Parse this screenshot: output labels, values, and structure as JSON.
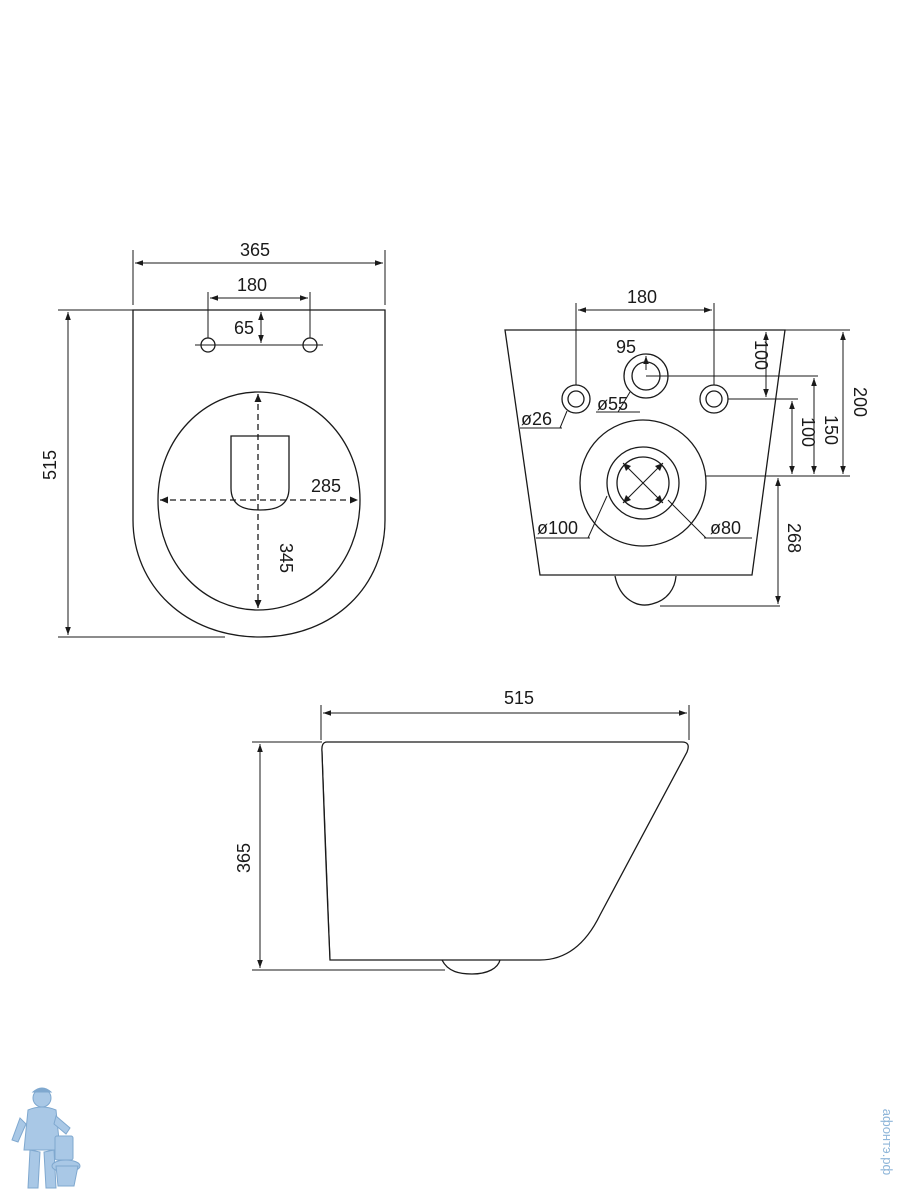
{
  "views": {
    "top": {
      "overall_width": "365",
      "mounting_holes_spacing": "180",
      "hole_offset": "65",
      "overall_length": "515",
      "bowl_width": "285",
      "bowl_length": "345"
    },
    "back": {
      "mounting_holes_spacing": "180",
      "inlet_offset": "95",
      "inlet_diameter": "ø55",
      "mount_hole_diameter": "ø26",
      "dim_100_top": "100",
      "dim_100_right": "100",
      "dim_150": "150",
      "dim_200": "200",
      "outlet_height": "268",
      "outlet_outer_diameter": "ø100",
      "outlet_inner_diameter": "ø80"
    },
    "side": {
      "projection": "515",
      "height": "365"
    }
  },
  "watermark": {
    "text": "афонтэ.рф",
    "mascot_icon": "plumber-mascot-icon",
    "color": "#8fb6d9"
  }
}
